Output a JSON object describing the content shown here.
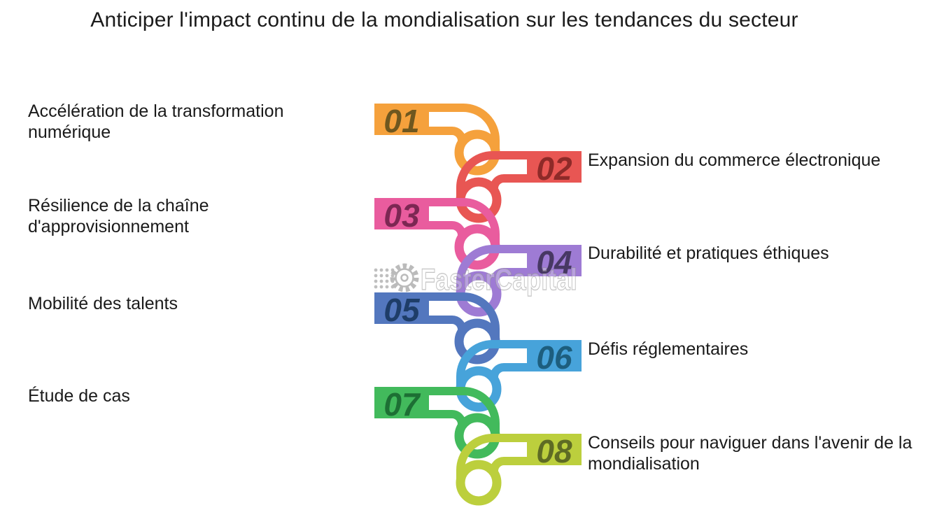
{
  "title": "Anticiper l'impact continu de la mondialisation sur les tendances du secteur",
  "watermark": {
    "brand": "FasterCapital"
  },
  "steps": [
    {
      "number": "01",
      "label": "Accélération de la transformation numérique",
      "side": "left",
      "bar_color": "#F5A13C",
      "number_color": "#6E571F"
    },
    {
      "number": "02",
      "label": "Expansion du commerce électronique",
      "side": "right",
      "bar_color": "#E85653",
      "number_color": "#8E2A28"
    },
    {
      "number": "03",
      "label": "Résilience de la chaîne d'approvisionnement",
      "side": "left",
      "bar_color": "#E95C9E",
      "number_color": "#7C2753"
    },
    {
      "number": "04",
      "label": "Durabilité et pratiques éthiques",
      "side": "right",
      "bar_color": "#9E7BD4",
      "number_color": "#473863"
    },
    {
      "number": "05",
      "label": "Mobilité des talents",
      "side": "left",
      "bar_color": "#5377BE",
      "number_color": "#1E3D68"
    },
    {
      "number": "06",
      "label": "Défis réglementaires",
      "side": "right",
      "bar_color": "#47A3DA",
      "number_color": "#1D5E7E"
    },
    {
      "number": "07",
      "label": "Étude de cas",
      "side": "left",
      "bar_color": "#42BA5C",
      "number_color": "#1D6F34"
    },
    {
      "number": "08",
      "label": "Conseils pour naviguer dans l'avenir de la mondialisation",
      "side": "right",
      "bar_color": "#BCCF3D",
      "number_color": "#5E6B24"
    }
  ]
}
